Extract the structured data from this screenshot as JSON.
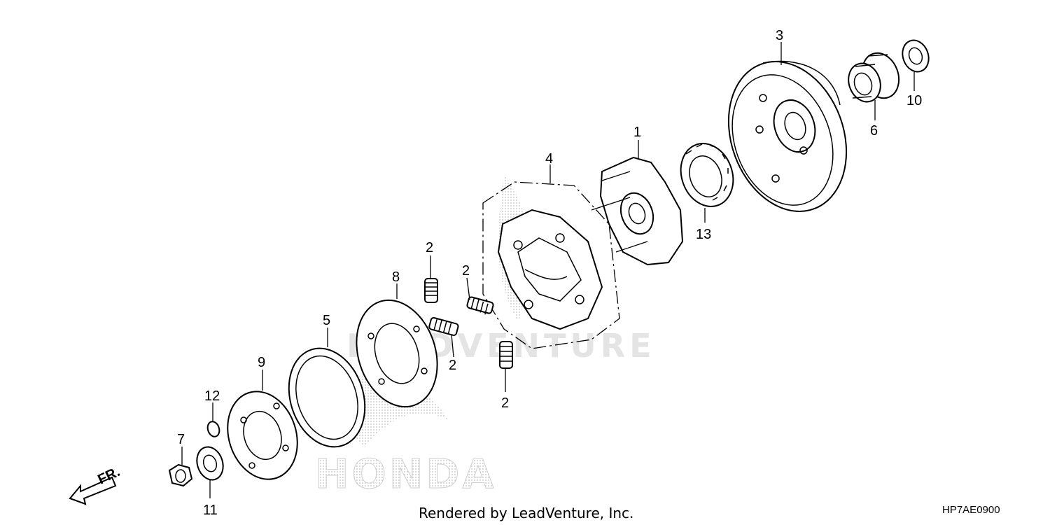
{
  "diagram": {
    "callouts": [
      {
        "id": "c1",
        "label": "1"
      },
      {
        "id": "c2a",
        "label": "2"
      },
      {
        "id": "c2b",
        "label": "2"
      },
      {
        "id": "c2c",
        "label": "2"
      },
      {
        "id": "c2d",
        "label": "2"
      },
      {
        "id": "c3",
        "label": "3"
      },
      {
        "id": "c4",
        "label": "4"
      },
      {
        "id": "c5",
        "label": "5"
      },
      {
        "id": "c6",
        "label": "6"
      },
      {
        "id": "c7",
        "label": "7"
      },
      {
        "id": "c8",
        "label": "8"
      },
      {
        "id": "c9",
        "label": "9"
      },
      {
        "id": "c10",
        "label": "10"
      },
      {
        "id": "c11",
        "label": "11"
      },
      {
        "id": "c12",
        "label": "12"
      },
      {
        "id": "c13",
        "label": "13"
      }
    ],
    "front_arrow_label": "FR.",
    "watermark_text": "LEADVENTURE",
    "brand_watermark_text": "HONDA",
    "footer_credit": "Rendered by LeadVenture, Inc.",
    "diagram_code": "HP7AE0900"
  }
}
